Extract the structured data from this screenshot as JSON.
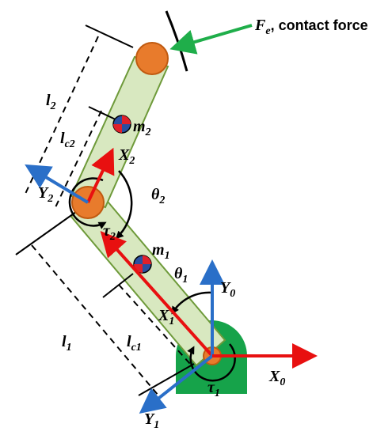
{
  "colors": {
    "link_fill": "#d8e8c0",
    "link_stroke": "#6e9a3a",
    "joint_fill": "#e87b2c",
    "joint_stroke": "#c05a10",
    "base_fill": "#16a34a",
    "frame_red": "#e81010",
    "frame_blue": "#2a6fc8",
    "force_green": "#1fae4a",
    "mass_red": "#e0202a",
    "mass_blue": "#2a4fa0",
    "line": "#000000"
  },
  "labels": {
    "fe_main": "F",
    "fe_sub": "e",
    "fe_text": ", contact force",
    "l2_main": "l",
    "l2_sub": "2",
    "lc2_main": "l",
    "lc2_sub": "c2",
    "m2_main": "m",
    "m2_sub": "2",
    "x2_main": "X",
    "x2_sub": "2",
    "y2_main": "Y",
    "y2_sub": "2",
    "theta2_main": "θ",
    "theta2_sub": "2",
    "tau2_main": "τ",
    "tau2_sub": "2",
    "m1_main": "m",
    "m1_sub": "1",
    "theta1_main": "θ",
    "theta1_sub": "1",
    "y0_main": "Y",
    "y0_sub": "0",
    "x1_main": "X",
    "x1_sub": "1",
    "l1_main": "l",
    "l1_sub": "1",
    "lc1_main": "l",
    "lc1_sub": "c1",
    "x0_main": "X",
    "x0_sub": "0",
    "tau1_main": "τ",
    "tau1_sub": "1",
    "y1_main": "Y",
    "y1_sub": "1"
  }
}
